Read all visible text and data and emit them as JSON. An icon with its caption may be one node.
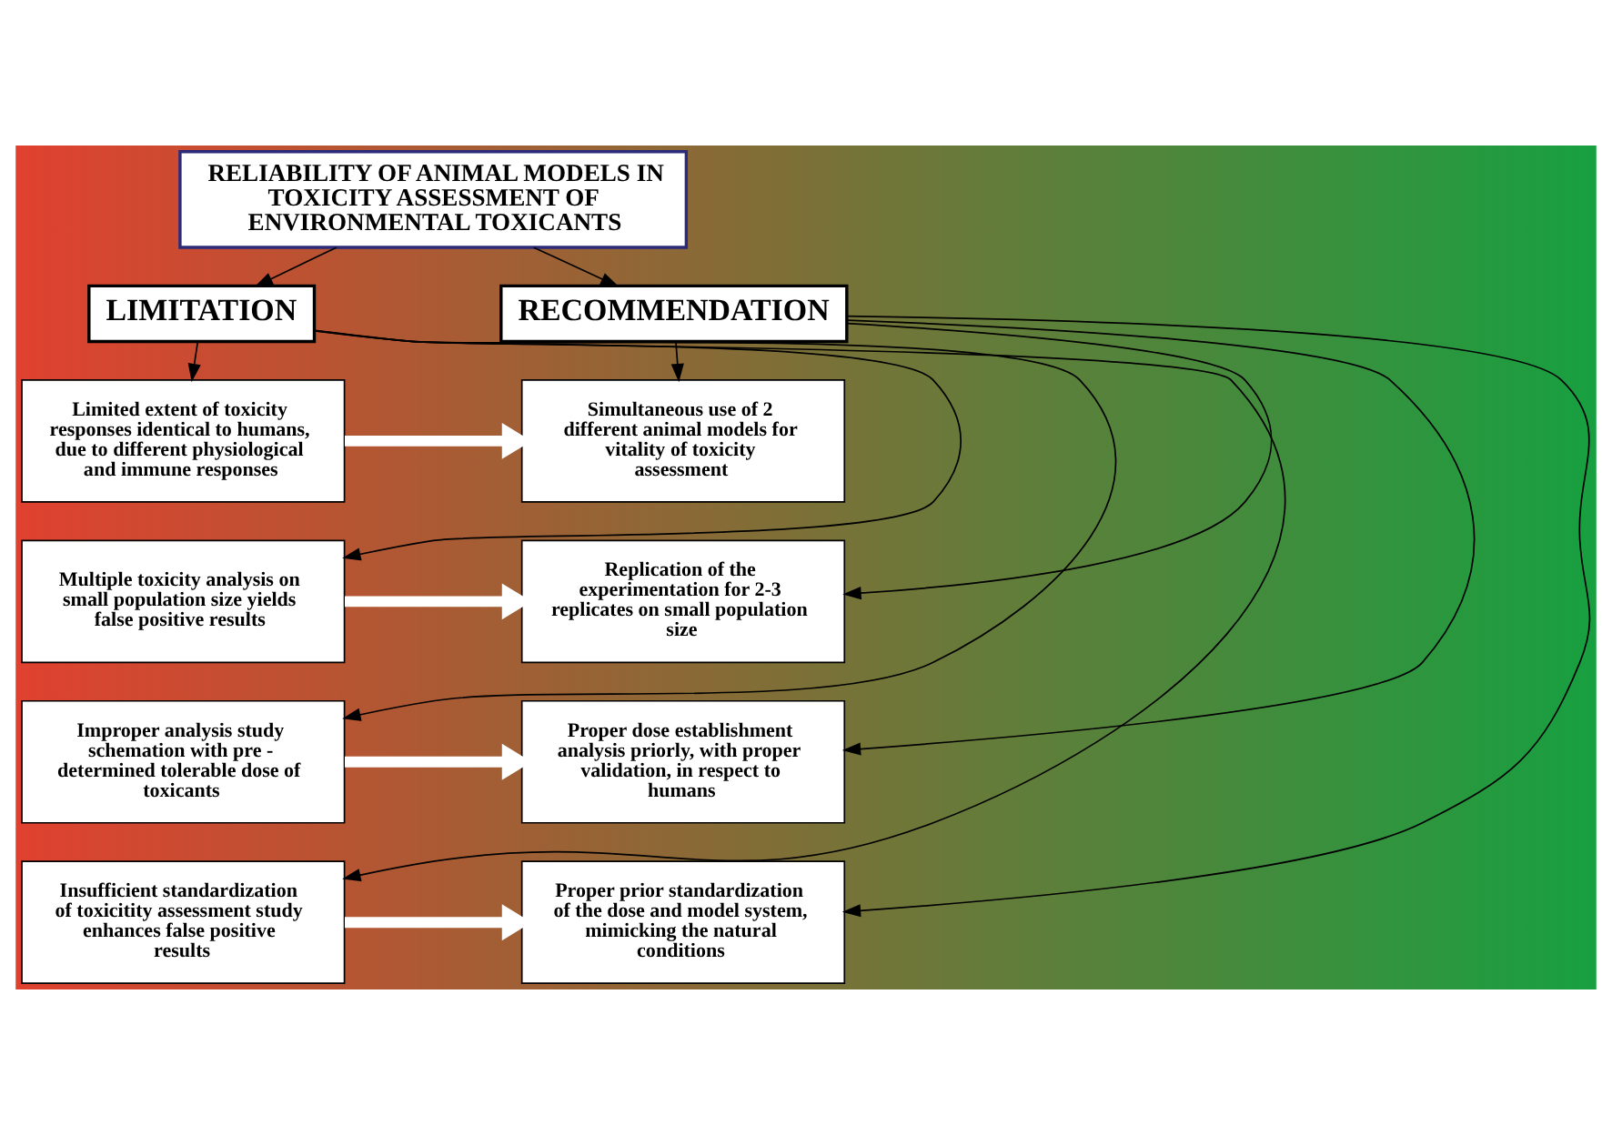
{
  "diagram": {
    "nodes": [
      {
        "text": [
          "RELIABILITY OF ANIMAL MODELS IN TOXICITY ASSESSMENT OF ENVIRONMENTAL TOXICANTS"
        ]
      },
      {
        "text": [
          "LIMITATION"
        ]
      },
      {
        "text": [
          "RECOMMENDATION"
        ]
      },
      {
        "text": [
          "Limited extent of toxicity responses identical to humans, due to different physiological and immune responses"
        ]
      },
      {
        "text": [
          "Multiple toxicity analysis on small population size yields false positive results"
        ]
      },
      {
        "text": [
          "Improper analysis study schemation with pre - determined tolerable dose of toxicants"
        ]
      },
      {
        "text": [
          "Insufficient standardization of toxicitity assessment study enhances false positive results"
        ]
      },
      {
        "text": [
          "Simultaneous use of 2 different animal models for vitality of toxicity assessment"
        ]
      },
      {
        "text": [
          "Replication of the experimentation for 2-3 replicates on small population size"
        ]
      },
      {
        "text": [
          "Proper dose establishment analysis priorly, with proper validation, in respect to humans"
        ]
      },
      {
        "text": [
          "Proper prior standardization of the dose and model system, mimicking the natural conditions"
        ]
      }
    ],
    "edges": [
      {
        "from": 0,
        "to": 1,
        "arrow": "to"
      },
      {
        "from": 0,
        "to": 2,
        "arrow": "to"
      },
      {
        "from": 1,
        "to": 3,
        "arrow": "to"
      },
      {
        "from": 1,
        "to": 4,
        "arrow": "to"
      },
      {
        "from": 1,
        "to": 5,
        "arrow": "to"
      },
      {
        "from": 1,
        "to": 6,
        "arrow": "to"
      },
      {
        "from": 2,
        "to": 7,
        "arrow": "to"
      },
      {
        "from": 2,
        "to": 8,
        "arrow": "to"
      },
      {
        "from": 2,
        "to": 9,
        "arrow": "to"
      },
      {
        "from": 2,
        "to": 10,
        "arrow": "to"
      },
      {
        "from": 3,
        "to": 7,
        "arrow": "to",
        "style": "thick",
        "color": "#ffffff"
      },
      {
        "from": 4,
        "to": 8,
        "arrow": "to",
        "style": "thick",
        "color": "#ffffff"
      },
      {
        "from": 5,
        "to": 9,
        "arrow": "to",
        "style": "thick",
        "color": "#ffffff"
      },
      {
        "from": 6,
        "to": 10,
        "arrow": "to",
        "style": "thick",
        "color": "#ffffff"
      }
    ]
  }
}
